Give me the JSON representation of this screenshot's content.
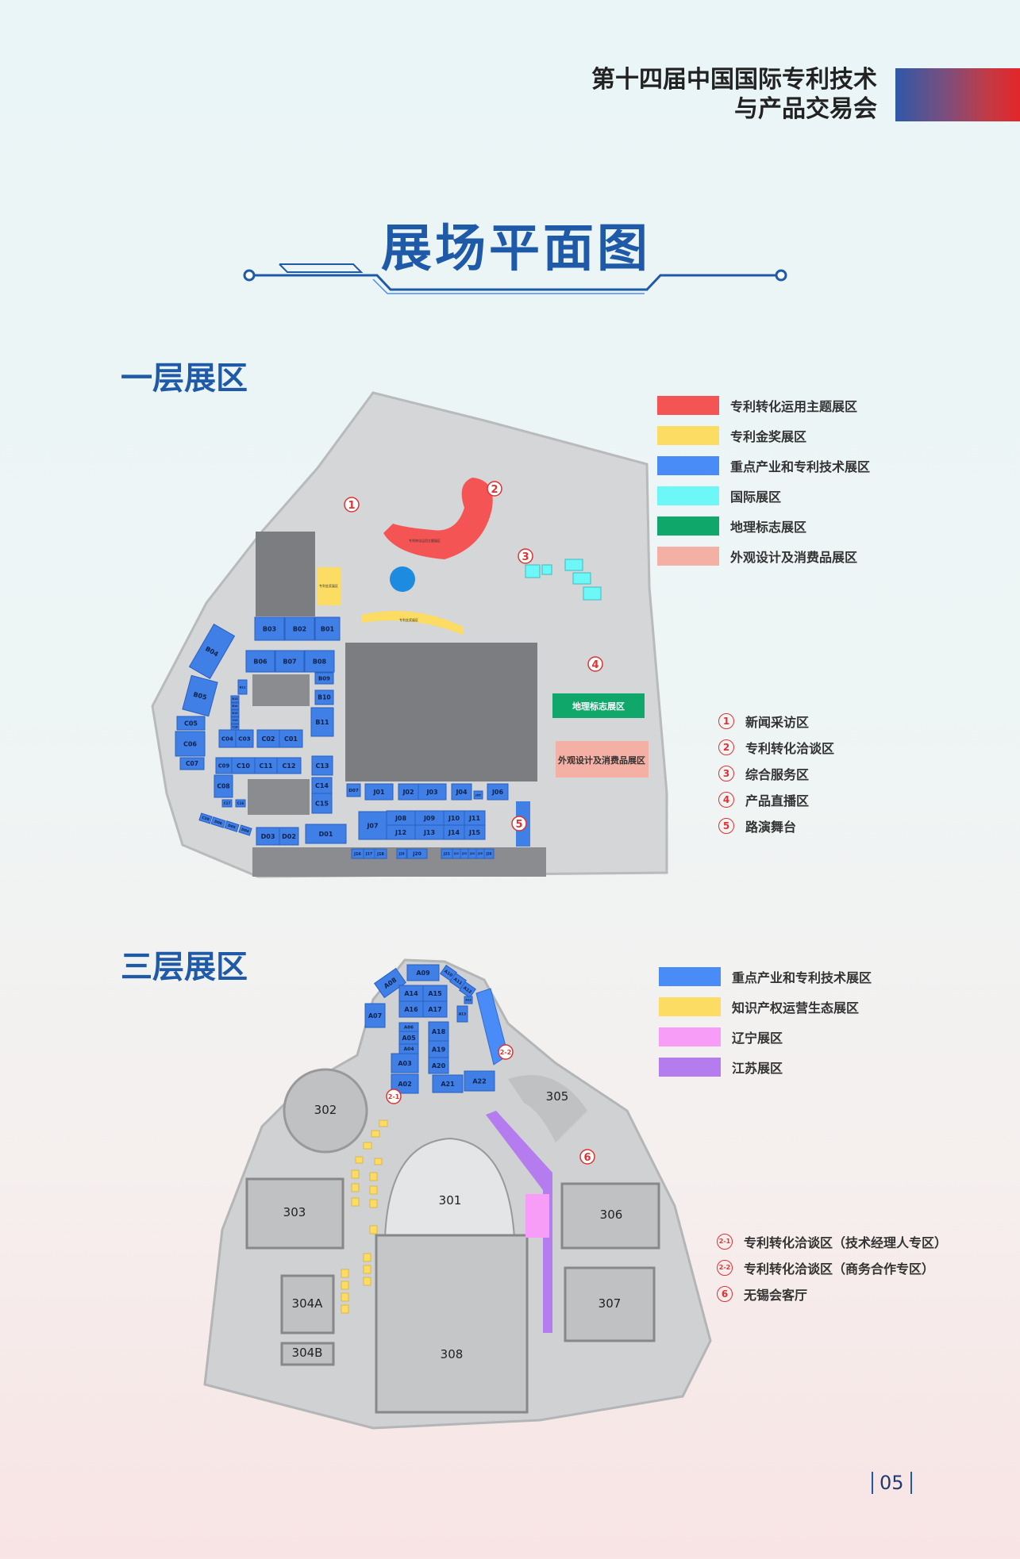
{
  "header": {
    "line1": "第十四届中国国际专利技术",
    "line2": "与产品交易会"
  },
  "title": "展场平面图",
  "floor1": {
    "heading": "一层展区",
    "legend": [
      {
        "label": "专利转化运用主题展区",
        "color": "#f45454"
      },
      {
        "label": "专利金奖展区",
        "color": "#fddc63"
      },
      {
        "label": "重点产业和专利技术展区",
        "color": "#4a8cf7"
      },
      {
        "label": "国际展区",
        "color": "#6ef7f7"
      },
      {
        "label": "地理标志展区",
        "color": "#0fa86a"
      },
      {
        "label": "外观设计及消费品展区",
        "color": "#f4b0a4"
      }
    ],
    "markers": [
      {
        "num": "1",
        "label": "新闻采访区"
      },
      {
        "num": "2",
        "label": "专利转化洽谈区"
      },
      {
        "num": "3",
        "label": "综合服务区"
      },
      {
        "num": "4",
        "label": "产品直播区"
      },
      {
        "num": "5",
        "label": "路演舞台"
      }
    ],
    "zones": {
      "red": "专利转化运用主题展区",
      "yellow_block": "专利金奖展区",
      "yellow_curve": "专利金奖展区",
      "green": "地理标志展区",
      "pink": "外观设计及消费品展区"
    },
    "booths": [
      "B01",
      "B02",
      "B03",
      "B04",
      "B05",
      "B06",
      "B07",
      "B08",
      "B09",
      "B10",
      "B11",
      "B12",
      "B13",
      "B14",
      "B15",
      "C19",
      "C18",
      "C01",
      "C02",
      "C03",
      "C04",
      "C05",
      "C06",
      "C07",
      "C08",
      "C09",
      "C10",
      "C11",
      "C12",
      "C13",
      "C14",
      "C15",
      "C17",
      "C16",
      "C20",
      "D06",
      "D05",
      "D04",
      "D01",
      "D02",
      "D03",
      "D07",
      "J01",
      "J02",
      "J03",
      "J04",
      "J05",
      "J06",
      "J07",
      "J08",
      "J09",
      "J10",
      "J11",
      "J12",
      "J13",
      "J14",
      "J15",
      "J16",
      "J17",
      "J18",
      "J19",
      "J20",
      "J21",
      "J22",
      "J23",
      "J24",
      "J25",
      "J26"
    ]
  },
  "floor3": {
    "heading": "三层展区",
    "legend": [
      {
        "label": "重点产业和专利技术展区",
        "color": "#4a8cf7"
      },
      {
        "label": "知识产权运营生态展区",
        "color": "#fddc63"
      },
      {
        "label": "辽宁展区",
        "color": "#f79cf7"
      },
      {
        "label": "江苏展区",
        "color": "#b57cf0"
      }
    ],
    "markers": [
      {
        "num": "2-1",
        "label": "专利转化洽谈区（技术经理人专区）"
      },
      {
        "num": "2-2",
        "label": "专利转化洽谈区（商务合作专区）"
      },
      {
        "num": "6",
        "label": "无锡会客厅"
      }
    ],
    "rooms": [
      "301",
      "302",
      "303",
      "304A",
      "304B",
      "305",
      "306",
      "307",
      "308"
    ],
    "booths": [
      "A09",
      "A08",
      "A07",
      "A14",
      "A15",
      "A16",
      "A17",
      "A06",
      "A05",
      "A04",
      "A03",
      "A02",
      "A18",
      "A19",
      "A20",
      "A21",
      "A22",
      "A10",
      "A11",
      "A12",
      "A13",
      "A23"
    ]
  },
  "page_number": "05"
}
